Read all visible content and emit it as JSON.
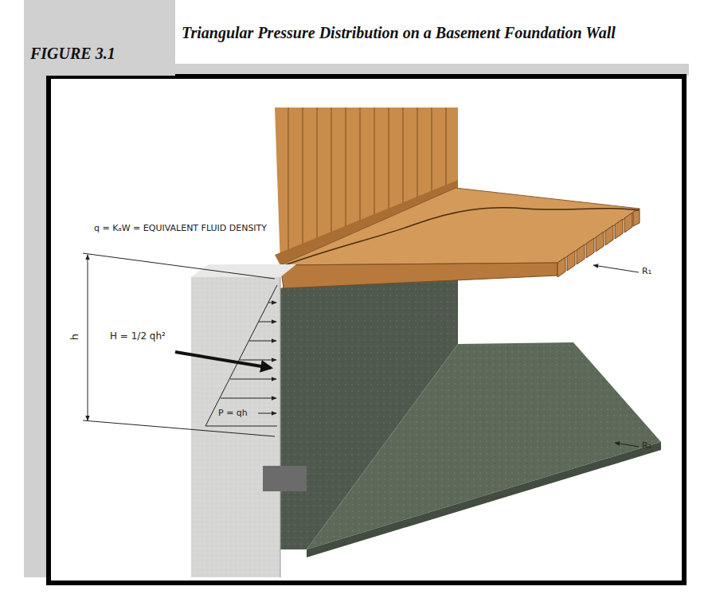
{
  "diagram": {
    "title": "Triangular Pressure Distribution on a Basement Foundation Wall",
    "nodes": [
      {
        "text": [
          "FIGURE 3.1"
        ]
      }
    ],
    "labels": [
      "q = KₐW = EQUIVALENT FLUID DENSITY",
      "h",
      "H = 1/2 qh²",
      "P = qh",
      "R₁",
      "R₂"
    ]
  }
}
